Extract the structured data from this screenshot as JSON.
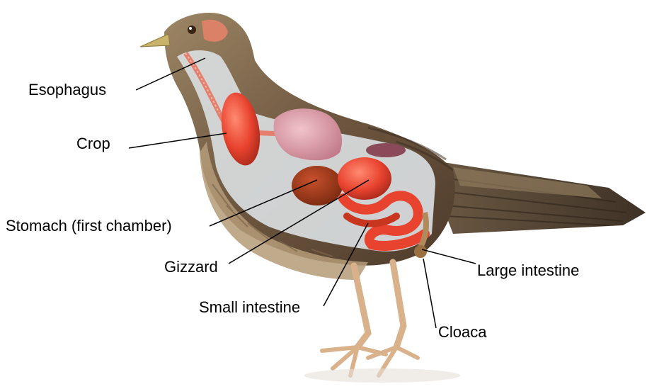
{
  "labels": {
    "esophagus": "Esophagus",
    "crop": "Crop",
    "stomach": "Stomach (first chamber)",
    "gizzard": "Gizzard",
    "small_intestine": "Small intestine",
    "large_intestine": "Large intestine",
    "cloaca": "Cloaca"
  },
  "colors": {
    "feather_dark": "#5b4632",
    "feather_mid": "#8a7151",
    "feather_light": "#c9b391",
    "cavity": "#d9dde0",
    "organ_red": "#e8432f",
    "organ_dark": "#b52a1a",
    "lung_pink": "#d99aa5",
    "leg": "#d9b18a",
    "beak": "#c9b26a",
    "leader_line": "#000000"
  }
}
